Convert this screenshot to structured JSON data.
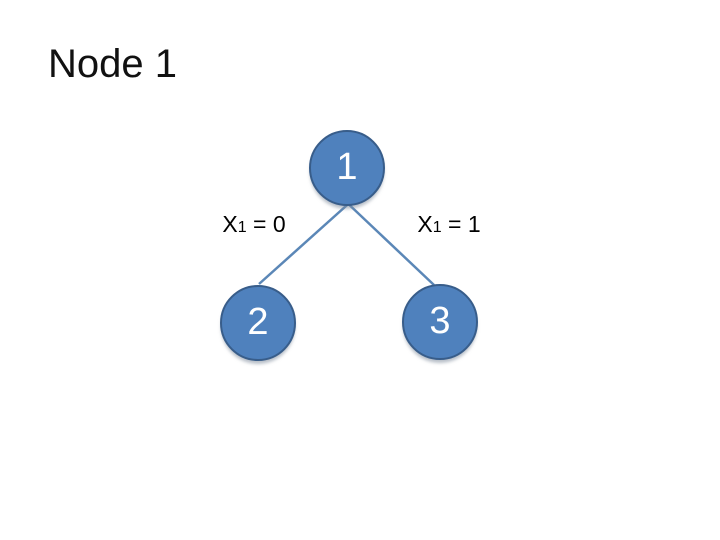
{
  "slide": {
    "title": "Node 1",
    "background_color": "#ffffff"
  },
  "diagram": {
    "type": "binary-tree",
    "nodes": [
      {
        "id": "1",
        "label": "1",
        "role": "root"
      },
      {
        "id": "2",
        "label": "2",
        "role": "left-child"
      },
      {
        "id": "3",
        "label": "3",
        "role": "right-child"
      }
    ],
    "edges": [
      {
        "from": "1",
        "to": "2",
        "label_var": "X",
        "label_sub": "1",
        "label_rhs": " = 0"
      },
      {
        "from": "1",
        "to": "3",
        "label_var": "X",
        "label_sub": "1",
        "label_rhs": " = 1"
      }
    ],
    "colors": {
      "node_fill": "#4f81bd",
      "node_border": "#385d8a",
      "connector_line": "#5b87b7",
      "node_text": "#ffffff",
      "edge_label_text": "#000000",
      "title_text": "#111111"
    }
  }
}
